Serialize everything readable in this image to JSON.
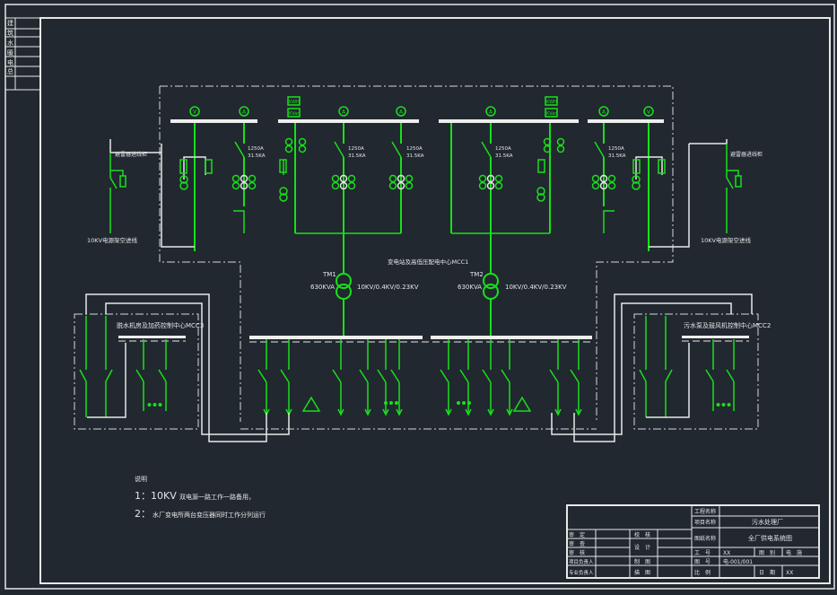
{
  "drawing": {
    "side_strip": [
      "建",
      "筑",
      "水",
      "暖",
      "电",
      "总"
    ],
    "notes": {
      "title": "说明",
      "items": [
        {
          "num": "1：",
          "text_big": "10KV",
          "text": "双电源一路工作一路备用，"
        },
        {
          "num": "2：",
          "text_big": "",
          "text": "水厂变电所两台变压器同时工作分列运行"
        }
      ]
    },
    "incoming": {
      "left_label": "10KV电源架空进线",
      "right_label": "10KV电源架空进线",
      "left_arrester": "避雷器进线柜",
      "right_arrester": "避雷器进线柜"
    },
    "hv_panel": {
      "ct_ratings": [
        {
          "a": "1250A",
          "b": "31.5KA"
        },
        {
          "a": "1250A",
          "b": "31.5KA"
        },
        {
          "a": "1250A",
          "b": "31.5KA"
        },
        {
          "a": "1250A",
          "b": "31.5KA"
        },
        {
          "a": "1250A",
          "b": "31.5KA"
        }
      ],
      "meters": [
        "V",
        "A",
        "A",
        "A",
        "A",
        "A",
        "V"
      ],
      "kwh": "KWH",
      "kvar": "KVar"
    },
    "mcc1_label": "变电站及高低压配电中心MCC1",
    "mcc2_label": "污水泵及鼓风机控制中心MCC2",
    "mcc3_label": "脱水机房及加药控制中心MCC3",
    "transformers": [
      {
        "name": "TM1",
        "capacity": "630KVA",
        "ratio": "10KV/0.4KV/0.23KV"
      },
      {
        "name": "TM2",
        "capacity": "630KVA",
        "ratio": "10KV/0.4KV/0.23KV"
      }
    ],
    "title_block": {
      "project_label": "工程名称",
      "project_value": "",
      "item_label": "项目名称",
      "item_value": "污水处理厂",
      "drawing_label": "图纸名称",
      "drawing_value": "全厂供电系统图",
      "rows_left": [
        {
          "a": "审　定",
          "b": "",
          "c": "校　核",
          "d": ""
        },
        {
          "a": "审　查",
          "b": "",
          "c": "设　计",
          "d": ""
        },
        {
          "a": "审　核",
          "b": "",
          "c": "",
          "d": ""
        },
        {
          "a": "项目负责人",
          "b": "",
          "c": "制　图",
          "d": ""
        },
        {
          "a": "专业负责人",
          "b": "",
          "c": "描　图",
          "d": ""
        }
      ],
      "job_label": "工　号",
      "job_value": "XX",
      "category_label": "图　别",
      "category_value": "电　施",
      "number_label": "图　号",
      "number_value": "电-001/001",
      "scale_label": "比　例",
      "scale_value": "",
      "date_label": "日　期",
      "date_value": "XX"
    },
    "colors": {
      "background": "#212830",
      "line": "#e8e8e8",
      "green": "#19e019"
    }
  }
}
